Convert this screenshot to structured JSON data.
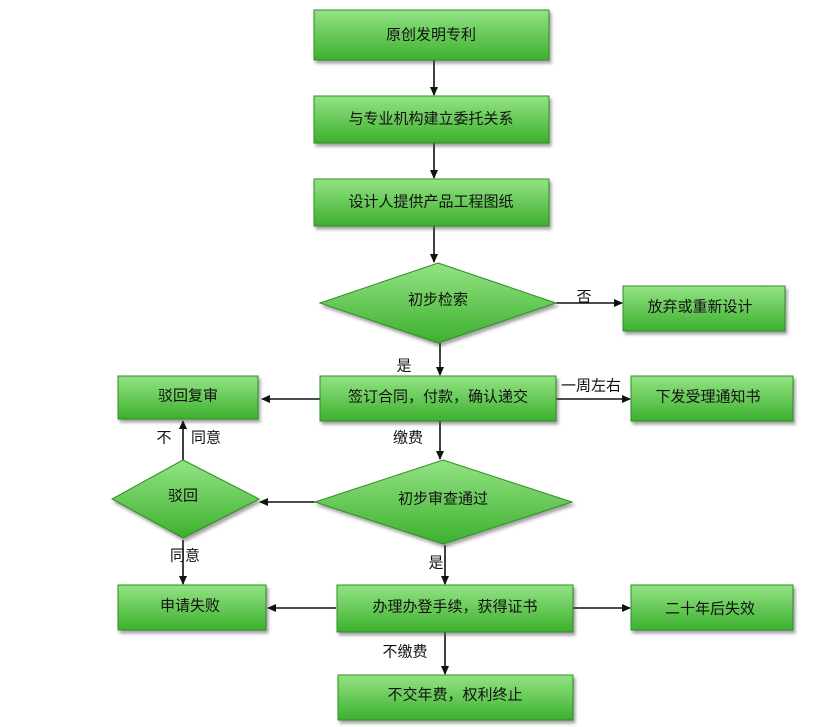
{
  "nodes": {
    "original_patent": "原创发明专利",
    "entrust_agency": "与专业机构建立委托关系",
    "provide_drawings": "设计人提供产品工程图纸",
    "initial_search": "初步检索",
    "abandon_redesign": "放弃或重新设计",
    "sign_contract": "签订合同，付款，确认递交",
    "issue_notice": "下发受理通知书",
    "reject_review": "驳回复审",
    "initial_exam": "初步审查通过",
    "rejected": "驳回",
    "register_certificate": "办理办登手续，获得证书",
    "application_failed": "申请失败",
    "expire_20_years": "二十年后失效",
    "terminate": "不交年费，权利终止"
  },
  "edge_labels": {
    "no": "否",
    "yes_1": "是",
    "one_week": "一周左右",
    "pay_fee": "缴费",
    "disagree": "不",
    "agree_1": "同意",
    "agree_2": "同意",
    "yes_2": "是",
    "no_pay": "不缴费"
  },
  "colors": {
    "box_fill_top": "#8be07a",
    "box_fill_bottom": "#3fb431",
    "box_border": "#2f8f24",
    "arrow": "#111111"
  }
}
